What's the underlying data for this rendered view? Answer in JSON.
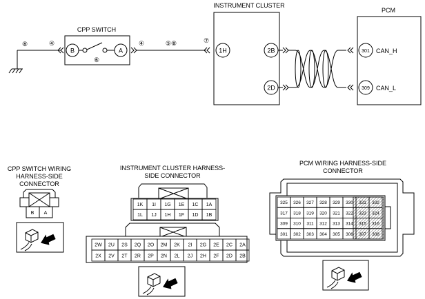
{
  "components": {
    "cpp_switch": "CPP SWITCH",
    "instrument_cluster": "INSTRUMENT CLUSTER",
    "pcm": "PCM"
  },
  "terminals": {
    "cpp_b": "B",
    "cpp_a": "A",
    "cluster_1h": "1H",
    "cluster_2b": "2B",
    "cluster_2d": "2D",
    "pcm_301": "301",
    "pcm_309": "309"
  },
  "signals": {
    "can_h": "CAN_H",
    "can_l": "CAN_L"
  },
  "callouts": {
    "ground": "⑧",
    "left_b": "④",
    "switch": "⑥",
    "right_a": "④",
    "mid_wire": "⑤⑧",
    "cluster_in": "⑦"
  },
  "connectors": {
    "cpp_title": [
      "CPP SWITCH WIRING",
      "HARNESS-SIDE",
      "CONNECTOR"
    ],
    "cpp_pins": [
      "B",
      "A"
    ],
    "cluster_title": [
      "INSTRUMENT CLUSTER HARNESS-",
      "SIDE CONNECTOR"
    ],
    "cluster_top_rows": [
      [
        "1K",
        "1I",
        "1G",
        "1E",
        "1C",
        "1A"
      ],
      [
        "1L",
        "1J",
        "1H",
        "1F",
        "1D",
        "1B"
      ]
    ],
    "cluster_bottom_rows": [
      [
        "2W",
        "2U",
        "2S",
        "2Q",
        "2O",
        "2M",
        "2K",
        "2I",
        "2G",
        "2E",
        "2C",
        "2A"
      ],
      [
        "2X",
        "2V",
        "2T",
        "2R",
        "2P",
        "2N",
        "2L",
        "2J",
        "2H",
        "2F",
        "2D",
        "2B"
      ]
    ],
    "pcm_title": [
      "PCM WIRING HARNESS-SIDE",
      "CONNECTOR"
    ],
    "pcm_rows": [
      [
        "325",
        "326",
        "327",
        "328",
        "329",
        "330",
        "331",
        "332"
      ],
      [
        "317",
        "318",
        "319",
        "320",
        "321",
        "322",
        "323",
        "324"
      ],
      [
        "309",
        "310",
        "311",
        "312",
        "313",
        "314",
        "315",
        "316"
      ],
      [
        "301",
        "302",
        "303",
        "304",
        "305",
        "306",
        "307",
        "308"
      ]
    ]
  }
}
